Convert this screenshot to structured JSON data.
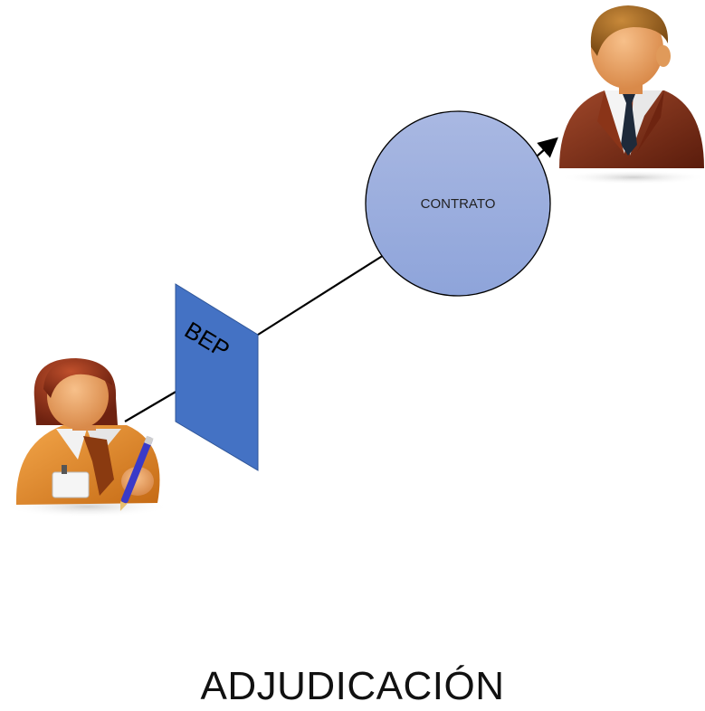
{
  "diagram": {
    "bep_label": "BEP",
    "contract_label": "CONTRATO",
    "caption": "ADJUDICACIÓN"
  },
  "colors": {
    "bep_fill": "#4472c4",
    "contract_fill_top": "#a9b8e2",
    "contract_fill_bottom": "#8ea4da",
    "line": "#000000"
  },
  "icons": {
    "left_person": "woman-writer-icon",
    "right_person": "businessman-icon"
  }
}
